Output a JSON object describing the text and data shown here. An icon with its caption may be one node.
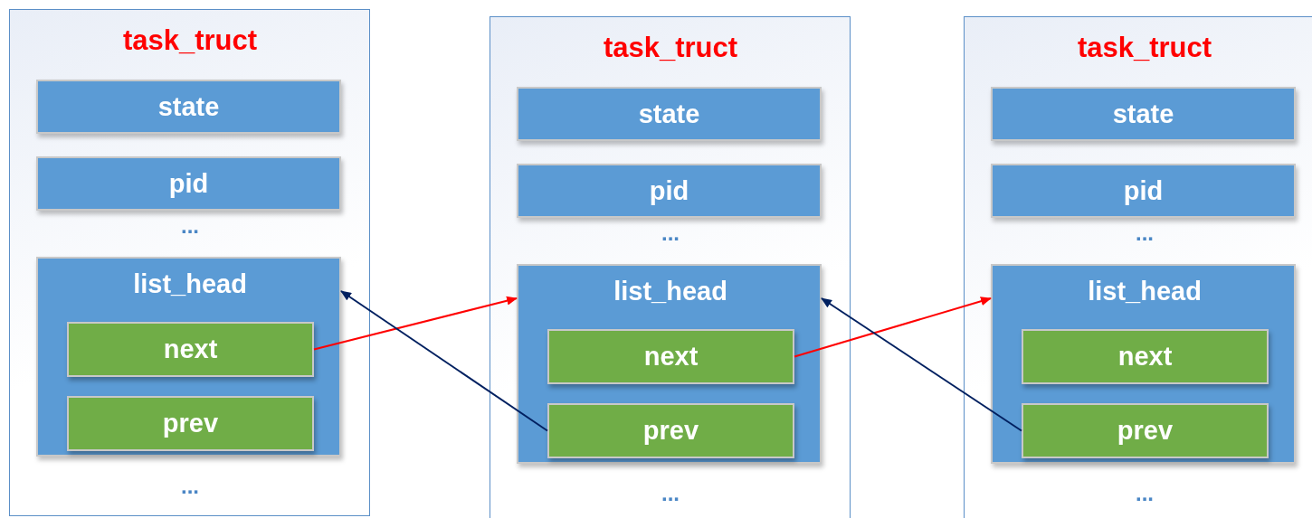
{
  "diagram": {
    "nodes": [
      {
        "text": [
          "task_truct",
          "...",
          "..."
        ]
      },
      {
        "text": [
          "state"
        ],
        "in": 0
      },
      {
        "text": [
          "pid"
        ],
        "in": 0
      },
      {
        "text": [
          "list_head"
        ],
        "in": 0
      },
      {
        "text": [
          "next"
        ],
        "in": 3
      },
      {
        "text": [
          "prev"
        ],
        "in": 3
      },
      {
        "text": [
          "task_truct",
          "...",
          "..."
        ]
      },
      {
        "text": [
          "state"
        ],
        "in": 6
      },
      {
        "text": [
          "pid"
        ],
        "in": 6
      },
      {
        "text": [
          "list_head"
        ],
        "in": 6
      },
      {
        "text": [
          "next"
        ],
        "in": 9
      },
      {
        "text": [
          "prev"
        ],
        "in": 9
      },
      {
        "text": [
          "task_truct",
          "...",
          "..."
        ]
      },
      {
        "text": [
          "state"
        ],
        "in": 12
      },
      {
        "text": [
          "pid"
        ],
        "in": 12
      },
      {
        "text": [
          "list_head"
        ],
        "in": 12
      },
      {
        "text": [
          "next"
        ],
        "in": 15
      },
      {
        "text": [
          "prev"
        ],
        "in": 15
      }
    ],
    "edges": [
      {
        "from": 4,
        "to": 9,
        "arrow": "to",
        "color": "#ff0000"
      },
      {
        "from": 11,
        "to": 3,
        "arrow": "to",
        "color": "#002060"
      },
      {
        "from": 10,
        "to": 15,
        "arrow": "to",
        "color": "#ff0000"
      },
      {
        "from": 17,
        "to": 9,
        "arrow": "to",
        "color": "#002060"
      }
    ]
  }
}
